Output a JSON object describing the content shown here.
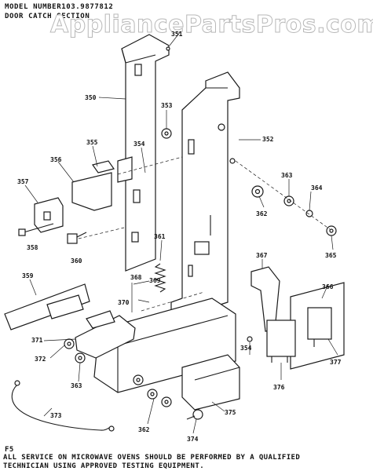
{
  "header": {
    "model_label": "MODEL NUMBER103.9877812",
    "section_title": "DOOR CATCH SECTION"
  },
  "watermark": "AppliancePartsPros.com",
  "callouts": {
    "c_top": "351",
    "c350": "350",
    "c352": "352",
    "c353": "353",
    "c354": "354",
    "c355": "355",
    "c356": "356",
    "c357": "357",
    "c358": "358",
    "c359": "359",
    "c360": "360",
    "c361": "361",
    "c362": "362",
    "c363": "363",
    "c364": "364",
    "c365": "365",
    "c366": "366",
    "c367": "367",
    "c368": "368",
    "c369": "369",
    "c370": "370",
    "c371": "371",
    "c372": "372",
    "c373": "373",
    "c374": "374",
    "c375": "375",
    "c376": "376",
    "c377": "377"
  },
  "footer": {
    "figure_code": "F5",
    "warning_line_1": "ALL SERVICE ON MICROWAVE OVENS SHOULD BE PERFORMED BY A QUALIFIED",
    "warning_line_2": "TECHNICIAN USING APPROVED TESTING EQUIPMENT."
  }
}
